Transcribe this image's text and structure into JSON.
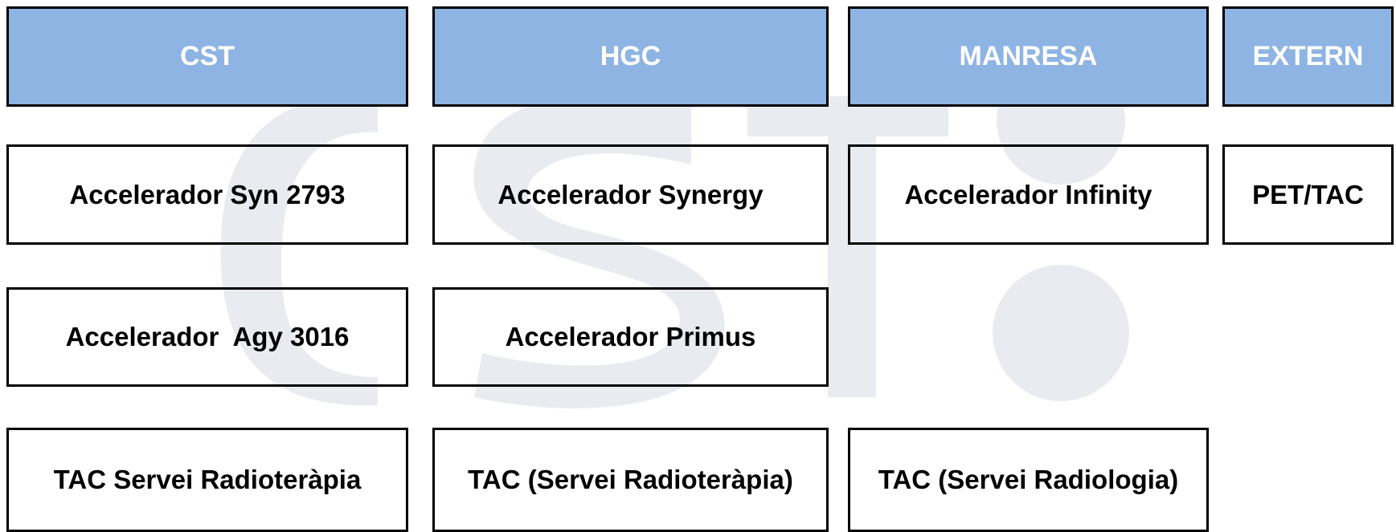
{
  "watermark": {
    "text": "CST",
    "color": "#e8ebf0"
  },
  "colors": {
    "header_fill": "#8eb4e3",
    "header_text": "#ffffff",
    "border": "#000000"
  },
  "headers": [
    "CST",
    "HGC",
    "MANRESA",
    "EXTERN"
  ],
  "cells": {
    "cst": [
      "Accelerador Syn 2793",
      "Accelerador  Agy 3016",
      "TAC Servei Radioteràpia"
    ],
    "hgc": [
      "Accelerador Synergy",
      "Accelerador Primus",
      "TAC (Servei Radioteràpia)"
    ],
    "manresa": [
      "Accelerador Infinity",
      "TAC (Servei Radiologia)"
    ],
    "extern": [
      "PET/TAC"
    ]
  }
}
